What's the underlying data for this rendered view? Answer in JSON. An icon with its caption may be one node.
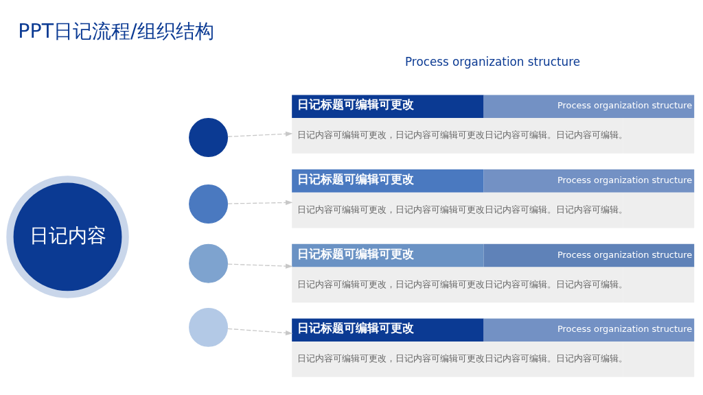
{
  "diagram": {
    "title": "PPT日记流程/组织结构",
    "nodes": [
      {
        "text": [
          "日记内容"
        ]
      },
      {
        "text": [],
        "shape": "circle"
      },
      {
        "text": [],
        "shape": "circle"
      },
      {
        "text": [],
        "shape": "circle"
      },
      {
        "text": [],
        "shape": "circle"
      },
      {
        "text": [
          "日记标题可编辑可更改",
          "Process organization structure",
          "日记内容可编辑可更改，日记内容可编辑可更改日记内容可编辑。日记内容可编辑。"
        ]
      },
      {
        "text": [
          "日记标题可编辑可更改",
          "Process organization structure",
          "日记内容可编辑可更改，日记内容可编辑可更改日记内容可编辑。日记内容可编辑。"
        ]
      },
      {
        "text": [
          "日记标题可编辑可更改",
          "Process organization structure",
          "日记内容可编辑可更改，日记内容可编辑可更改日记内容可编辑。日记内容可编辑。"
        ]
      },
      {
        "text": [
          "日记标题可编辑可更改",
          "Process organization structure",
          "日记内容可编辑可更改，日记内容可编辑可更改日记内容可编辑。日记内容可编辑。"
        ]
      }
    ],
    "edges": [
      {
        "from": 1,
        "to": 5,
        "arrow": "to",
        "style": "dashed"
      },
      {
        "from": 2,
        "to": 6,
        "arrow": "to",
        "style": "dashed"
      },
      {
        "from": 3,
        "to": 7,
        "arrow": "to",
        "style": "dashed"
      },
      {
        "from": 4,
        "to": 8,
        "arrow": "to",
        "style": "dashed"
      }
    ],
    "labels": [
      "Process organization structure"
    ]
  }
}
